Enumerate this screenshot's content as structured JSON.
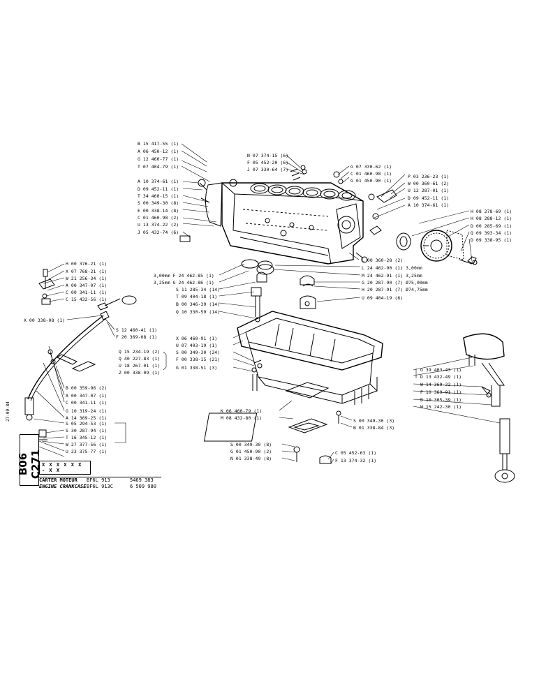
{
  "sheet": {
    "ref_code": "B06 C271",
    "date": "27-09-84",
    "xx_code": "X X X   X X X - X X",
    "rows": [
      {
        "name": "CARTER MOTEUR",
        "model": "BF6L 913",
        "number": "5469 383"
      },
      {
        "name": "ENGINE CRANKCASE",
        "model": "BF6L 913C",
        "number": "6 509 980"
      }
    ]
  },
  "labels": [
    {
      "text": "B 15 417-55 (1)"
    },
    {
      "text": "A 06 450-12 (1)"
    },
    {
      "text": "G 12 460-77 (1)"
    },
    {
      "text": "T 07 404-79 (1)"
    },
    {
      "text": "A 10 374-61 (1)"
    },
    {
      "text": "D 09 452-11 (1)"
    },
    {
      "text": "T 34 460-15 (1)"
    },
    {
      "text": "S 00 349-30 (8)"
    },
    {
      "text": "E 00 338-14 (8)"
    },
    {
      "text": "C 01 460-98 (2)"
    },
    {
      "text": "U 13 374-22 (2)"
    },
    {
      "text": "J 05 432-74 (6)"
    },
    {
      "text": "N 07 374-15 (6)"
    },
    {
      "text": "F 05 452-20 (6)"
    },
    {
      "text": "J 07 330-64 (7)"
    },
    {
      "text": "G 07 330-62 (1)"
    },
    {
      "text": "C 01 460-98 (1)"
    },
    {
      "text": "G 01 450-90 (1)"
    },
    {
      "text": "P 03 236-23 (1)"
    },
    {
      "text": "W 00 360-61 (2)"
    },
    {
      "text": "U 12 287-01 (1)"
    },
    {
      "text": "D 09 452-11 (1)"
    },
    {
      "text": "A 10 374-61 (1)"
    },
    {
      "text": "H 08 278-69 (1)"
    },
    {
      "text": "H 08 288-12 (1)"
    },
    {
      "text": "D 00 285-69 (1)"
    },
    {
      "text": "Q 09 393-34 (1)"
    },
    {
      "text": "D 09 338-95 (1)"
    },
    {
      "text": "L 00 360-28 (2)"
    },
    {
      "text": "L 24 462-90 (1) 3,00mm"
    },
    {
      "text": "M 24 462-91 (1) 3,25mm"
    },
    {
      "text": "G 20 287-90 (7) Ø75,00mm"
    },
    {
      "text": "H 20 287-91 (7) Ø74,75mm"
    },
    {
      "text": "U 09 404-19 (6)"
    },
    {
      "text": "3,00mm F 24 462-85 (1)"
    },
    {
      "text": "3,25mm G 24 462-86 (1)"
    },
    {
      "text": "S 11 285-34 (14)"
    },
    {
      "text": "T 09 404-18 (1)"
    },
    {
      "text": "B 00 346-39 (14)"
    },
    {
      "text": "Q 10 330-59 (14)"
    },
    {
      "text": "H 00 376-21 (1)"
    },
    {
      "text": "X 07 768-21 (1)"
    },
    {
      "text": "W 21 256-34 (1)"
    },
    {
      "text": "A 00 347-07 (1)"
    },
    {
      "text": "C 00 341-11 (1)"
    },
    {
      "text": "C 15 432-56 (1)"
    },
    {
      "text": "X 00 338-08 (1)"
    },
    {
      "text": "S 12 460-41 (1)"
    },
    {
      "text": "F 20 369-08 (1)"
    },
    {
      "text": "Q 15 234-19 (2)"
    },
    {
      "text": "Q 40 227-83 (1)"
    },
    {
      "text": "U 18 267-01 (1)"
    },
    {
      "text": "Z 00 338-09 (1)"
    },
    {
      "text": "X 06 460-91 (1)"
    },
    {
      "text": "U 07 403-19 (1)"
    },
    {
      "text": "S 00 349-30 (24)"
    },
    {
      "text": "F 00 338-15 (21)"
    },
    {
      "text": "G 01 338-51 (3)"
    },
    {
      "text": "B 00 359-96 (2)"
    },
    {
      "text": "A 00 347-07 (1)"
    },
    {
      "text": "C 00 341-11 (1)"
    },
    {
      "text": "G 10 319-24 (1)"
    },
    {
      "text": "A 14 369-25 (1)"
    },
    {
      "text": "S 05 294-53 (1)"
    },
    {
      "text": "S 30 287-94 (1)"
    },
    {
      "text": "T 16 345-12 (1)"
    },
    {
      "text": "W 27 377-56 (1)"
    },
    {
      "text": "U 23 375-77 (1)"
    },
    {
      "text": "K 06 460-79 (1)"
    },
    {
      "text": "M 08 432-80 (1)"
    },
    {
      "text": "S 00 349-30 (3)"
    },
    {
      "text": "B 01 338-84 (3)"
    },
    {
      "text": "S 00 349-30 (8)"
    },
    {
      "text": "G 01 450-90 (2)"
    },
    {
      "text": "N 01 338-49 (8)"
    },
    {
      "text": "C 05 452-63 (1)"
    },
    {
      "text": "F 13 374-32 (1)"
    },
    {
      "text": "G 39 403-43 (1)"
    },
    {
      "text": "D 13 432-49 (1)"
    },
    {
      "text": "W 14 369-22 (1)"
    },
    {
      "text": "P 10 369-91 (1)"
    },
    {
      "text": "B 10 305-39 (1)"
    },
    {
      "text": "W 15 242-30 (1)"
    }
  ]
}
